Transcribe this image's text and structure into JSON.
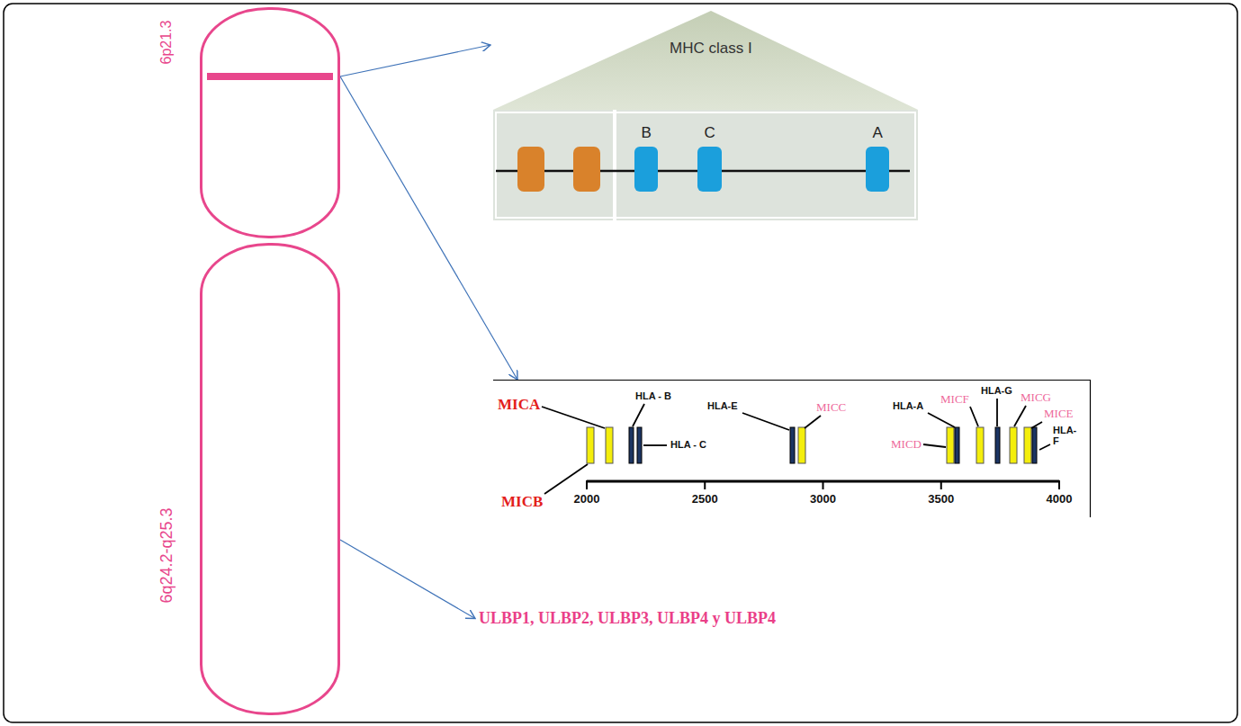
{
  "diagram": {
    "nodes": [
      {
        "text": [
          "6p21.3"
        ]
      },
      {
        "text": [
          "6q24.2-q25.3"
        ]
      },
      {
        "text": [
          "MHC class I"
        ]
      },
      {
        "text": [
          "B"
        ],
        "in": 2
      },
      {
        "text": [
          "C"
        ],
        "in": 2
      },
      {
        "text": [
          "A"
        ],
        "in": 2
      },
      {
        "text": [
          "MICA",
          "MICB",
          "HLA - B",
          "HLA - C",
          "HLA-E",
          "MICC",
          "HLA-A",
          "MICD",
          "MICF",
          "HLA-G",
          "MICG",
          "MICE",
          "HLA- F"
        ]
      },
      {
        "text": [
          "ULBP1, ULBP2, ULBP3, ULBP4 y ULBP4"
        ]
      }
    ],
    "edges": [
      {
        "from": 0,
        "to": 2,
        "arrow": "to"
      },
      {
        "from": 0,
        "to": 6,
        "arrow": "to"
      },
      {
        "from": 1,
        "to": 7,
        "arrow": "to"
      }
    ],
    "labels": [
      "2000",
      "2500",
      "3000",
      "3500",
      "4000"
    ]
  }
}
